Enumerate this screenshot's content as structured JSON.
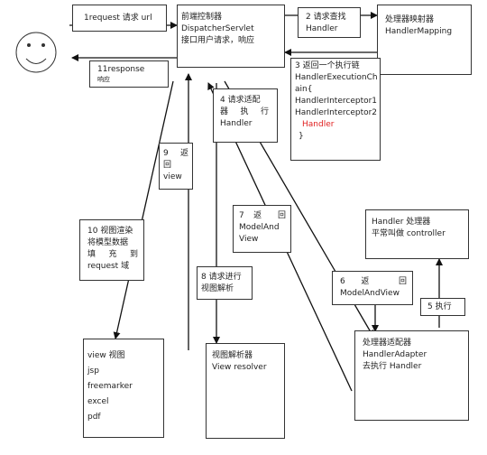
{
  "user_face": "smiley-face",
  "nodes": {
    "dispatcher": [
      "前端控制器",
      "DispatcherServlet",
      "接口用户请求，响应"
    ],
    "handler_mapping": [
      "处理器映射器",
      "HandlerMapping"
    ],
    "handler_adapter": [
      "处理器适配器",
      "HandlerAdapter",
      "去执行 Handler"
    ],
    "handler": [
      "Handler 处理器",
      "平常叫做 controller"
    ],
    "view_resolver": [
      "视图解析器",
      "View resolver"
    ],
    "view": [
      "view 视图",
      "jsp",
      "freemarker",
      "excel",
      "pdf"
    ]
  },
  "steps": {
    "s1": "1request 请求 url",
    "s2": [
      "2  请求查找",
      "Handler"
    ],
    "s3": [
      "3 返回一个执行链",
      "HandlerExecutionCh",
      "ain{",
      "HandlerInterceptor1",
      "HandlerInterceptor2"
    ],
    "s3_handler": "Handler",
    "s3_close": "}",
    "s4": [
      "4 请求适配",
      "器  执  行",
      "Handler"
    ],
    "s5": "5 执行",
    "s6": [
      "6   返   回",
      "ModelAndView"
    ],
    "s7": [
      "7   返   回",
      "ModelAnd",
      "View"
    ],
    "s8": [
      "8 请求进行",
      "视图解析"
    ],
    "s9": [
      "9   返",
      "回",
      "view"
    ],
    "s10": [
      "10 视图渲染",
      "将模型数据",
      "填   充   到",
      "request 域"
    ],
    "s11": "11response",
    "s11_sub": "响应"
  },
  "colors": {
    "line": "#111111",
    "border": "#333333",
    "highlight": "#e02020"
  }
}
